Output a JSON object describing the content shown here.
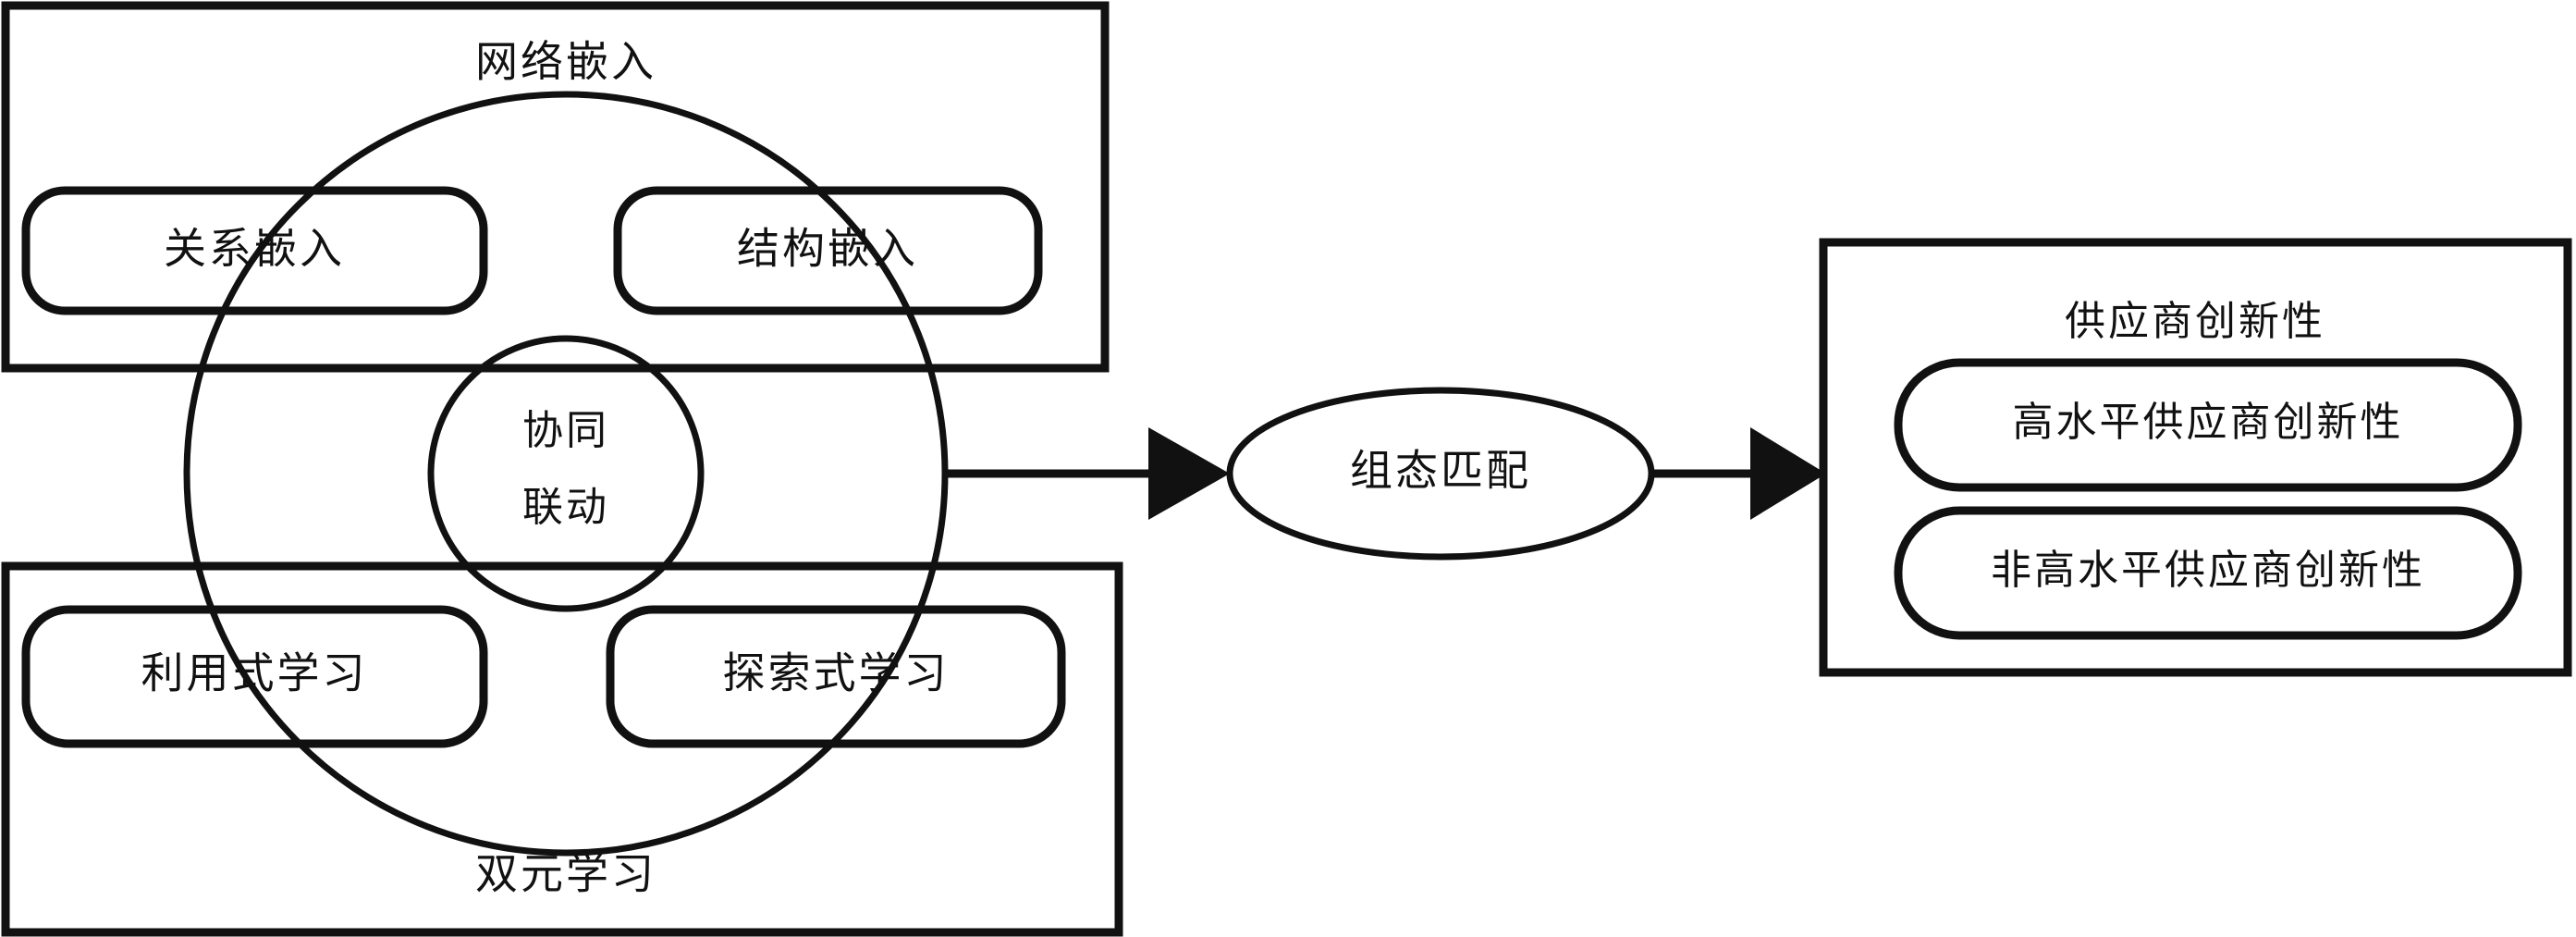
{
  "diagram": {
    "title": "",
    "colors": {
      "stroke": "#111111",
      "background": "#ffffff",
      "arrow_fill": "#111111"
    },
    "groups": {
      "network_embedding": {
        "label": "网络嵌入",
        "nodes": [
          {
            "label": "关系嵌入"
          },
          {
            "label": "结构嵌入"
          }
        ]
      },
      "ambidextrous_learning": {
        "label": "双元学习",
        "nodes": [
          {
            "label": "利用式学习"
          },
          {
            "label": "探索式学习"
          }
        ]
      }
    },
    "core": {
      "line1": "协同",
      "line2": "联动"
    },
    "matching": {
      "label": "组态匹配"
    },
    "outcome": {
      "title": "供应商创新性",
      "items": [
        {
          "label": "高水平供应商创新性"
        },
        {
          "label": "非高水平供应商创新性"
        }
      ]
    },
    "connectors": [
      {
        "name": "core-to-matching",
        "type": "arrow"
      },
      {
        "name": "matching-to-outcome",
        "type": "arrow"
      }
    ]
  }
}
